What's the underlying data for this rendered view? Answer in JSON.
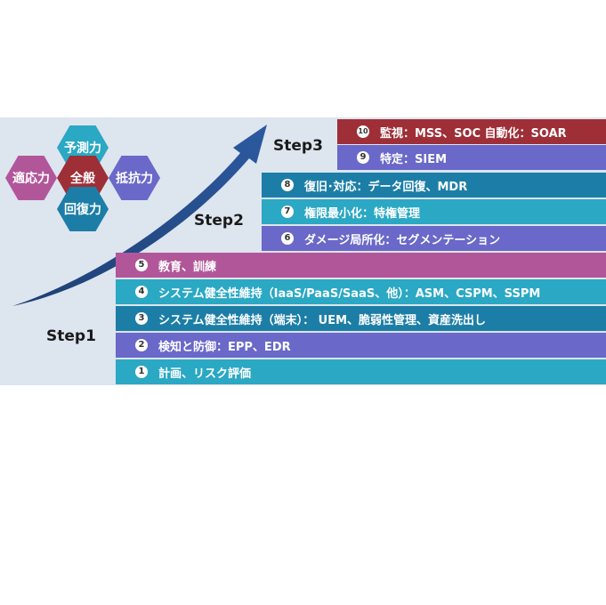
{
  "hexagons": {
    "yosoku": "予測力",
    "tekio": "適応力",
    "zenpan": "全般",
    "teiko": "抵抗力",
    "kaifuku": "回復力"
  },
  "steps": {
    "step1": "Step1",
    "step2": "Step2",
    "step3": "Step3"
  },
  "bars": [
    {
      "num": "10",
      "text": "監視：MSS、SOC  自動化：SOAR"
    },
    {
      "num": "9",
      "text": "特定：SIEM"
    },
    {
      "num": "8",
      "text": "復旧･対応：データ回復、MDR"
    },
    {
      "num": "7",
      "text": "権限最小化：特権管理"
    },
    {
      "num": "6",
      "text": "ダメージ局所化：セグメンテーション"
    },
    {
      "num": "5",
      "text": "教育、訓練"
    },
    {
      "num": "4",
      "text": "システム健全性維持（IaaS/PaaS/SaaS、他）：ASM、CSPM、SSPM"
    },
    {
      "num": "3",
      "text": "システム健全性維持（端末）：  UEM、脆弱性管理、資産洗出し"
    },
    {
      "num": "2",
      "text": "検知と防御：EPP、EDR"
    },
    {
      "num": "1",
      "text": "計画、リスク評価"
    }
  ],
  "colors": {
    "background": "#dde5ef",
    "teal": "#2aa8c4",
    "purple": "#6a68c9",
    "magenta": "#b2569a",
    "dark_teal": "#1c7ea7",
    "dark_red": "#9e2f37",
    "arrow": "#1f3f73"
  }
}
